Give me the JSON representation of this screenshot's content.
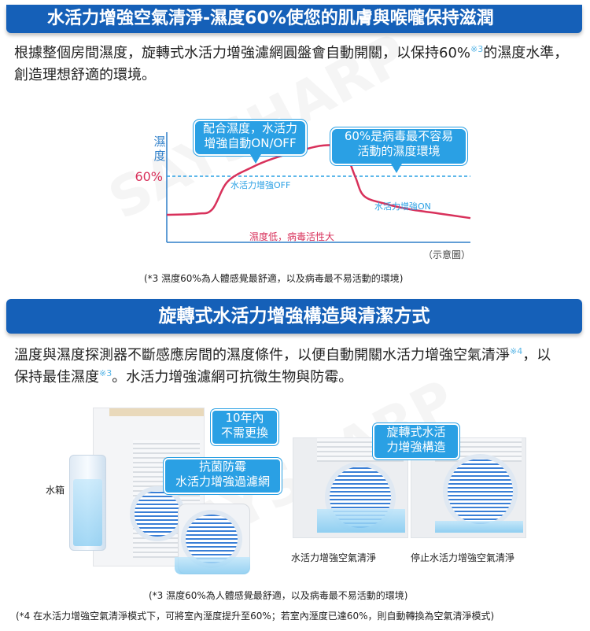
{
  "section1": {
    "title": "水活力增強空氣清淨-濕度60%使您的肌膚與喉嚨保持滋潤",
    "para_a": "根據整個房間濕度，旋轉式水活力增強濾網圓盤會自動開關，以保持60%",
    "para_ref": "※3",
    "para_b": "的濕度水準，創造理想舒適的環境。",
    "footnote": "(*3 濕度60%為人體感覺最舒適，以及病毒最不易活動的環境)"
  },
  "chart_data": {
    "type": "line",
    "ylabel": "濕度",
    "threshold_label": "60%",
    "threshold": 60,
    "ylim": [
      0,
      100
    ],
    "x": [
      0,
      10,
      15,
      20,
      28,
      35,
      45,
      52,
      58,
      62,
      65,
      72,
      80,
      90,
      100
    ],
    "values": [
      25,
      26,
      30,
      55,
      68,
      76,
      84,
      88,
      85,
      60,
      42,
      35,
      30,
      26,
      22
    ],
    "series": [
      {
        "name": "",
        "color": "#d8315b"
      }
    ],
    "annotations": {
      "callout_a": "配合濕度，水活力\n增強自動ON/OFF",
      "callout_b": "60%是病毒最不容易\n活動的濕度環境",
      "off_label": "水活力增強OFF",
      "on_label": "水活力增強ON",
      "low_label": "濕度低，病毒活性大",
      "note": "（示意圖）"
    },
    "colors": {
      "line": "#d8315b",
      "threshold": "#2aa0e4",
      "axis": "#2f7fc9"
    }
  },
  "section2": {
    "title": "旋轉式水活力增強構造與清潔方式",
    "para_a": "溫度與濕度探測器不斷感應房間的濕度條件，以便自動開關水活力增強空氣清淨",
    "ref4": "※4",
    "para_b": "，以保持最佳濕度",
    "ref3": "※3",
    "para_c": "。水活力增強濾網可抗微生物與防霉。",
    "tag_ten_years": "10年內\n不需更換",
    "tag_filter": "抗菌防霉\n水活力增強過濾網",
    "tag_rotating": "旋轉式水活\n力增強構造",
    "label_tank": "水箱",
    "label_on": "水活力增強空氣清淨",
    "label_off": "停止水活力增強空氣清淨",
    "footnote3": "(*3 濕度60%為人體感覺最舒適，以及病毒最不易活動的環境)",
    "footnote4": "(*4  在水活力增強空氣清淨模式下，可將室內溼度提升至60%；若室內溼度已達60%，則自動轉換為空氣清淨模式)"
  },
  "watermark": "SAYSHARP",
  "colors": {
    "banner": "#1560b8",
    "accent": "#2aa0e4",
    "curve": "#d8315b"
  }
}
